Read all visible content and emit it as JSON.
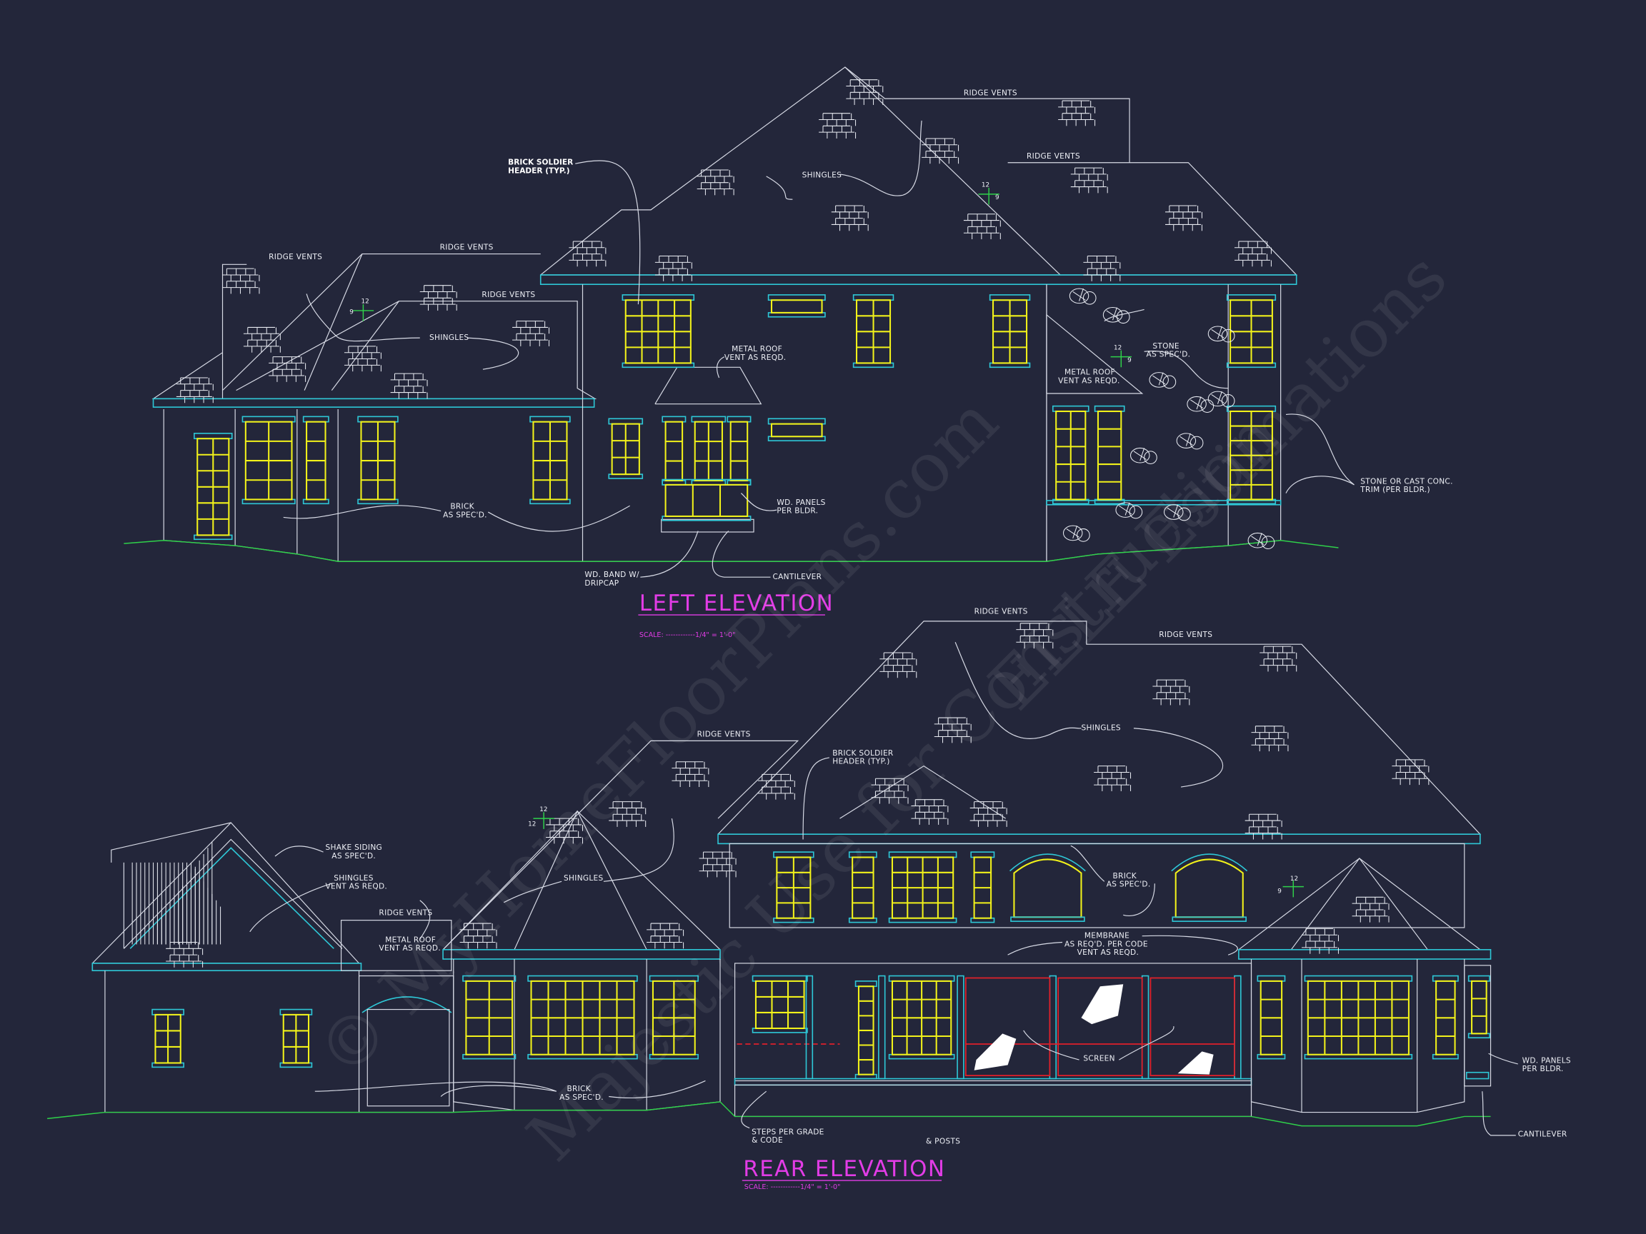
{
  "watermark": [
    "© MyHomeFloorPlans.com",
    "Majestic Use for Construction",
    "ELLE Estimations"
  ],
  "colors": {
    "background": "#23263a",
    "outline": "#d8dbe6",
    "trim": "#2ec7d6",
    "windows": "#f2f21a",
    "grade": "#2fd14a",
    "title": "#e23ce6",
    "screen": "#e0202a"
  },
  "left_elevation": {
    "title": "LEFT ELEVATION",
    "scale": "SCALE: ------------1/4\" = 1'-0\"",
    "labels": {
      "brick_soldier_1": "BRICK SOLDIER",
      "brick_soldier_2": "HEADER (TYP.)",
      "ridge_vents_a": "RIDGE VENTS",
      "ridge_vents_b": "RIDGE VENTS",
      "ridge_vents_c": "RIDGE VENTS",
      "ridge_vents_d": "RIDGE VENTS",
      "ridge_vents_e": "RIDGE VENTS",
      "shingles_a": "SHINGLES",
      "shingles_b": "SHINGLES",
      "metal_roof_1": "METAL ROOF",
      "metal_roof_2": "VENT AS REQD.",
      "metal_roof_b1": "METAL ROOF",
      "metal_roof_b2": "VENT AS REQD.",
      "stone_1": "STONE",
      "stone_2": "AS SPEC'D.",
      "trim_1": "STONE OR CAST CONC.",
      "trim_2": "TRIM (PER BLDR.)",
      "brick_1": "BRICK",
      "brick_2": "AS SPEC'D.",
      "panels_1": "WD. PANELS",
      "panels_2": "PER BLDR.",
      "band_1": "WD. BAND W/",
      "band_2": "DRIPCAP",
      "cantilever": "CANTILEVER"
    },
    "pitch": [
      {
        "rise": "12",
        "run": "9"
      },
      {
        "rise": "12",
        "run": "9"
      },
      {
        "rise": "12",
        "run": "9"
      }
    ]
  },
  "rear_elevation": {
    "title": "REAR ELEVATION",
    "scale": "SCALE: ------------1/4\" = 1'-0\"",
    "labels": {
      "ridge_vents_a": "RIDGE VENTS",
      "ridge_vents_b": "RIDGE VENTS",
      "ridge_vents_c": "RIDGE VENTS",
      "ridge_vents_d": "RIDGE VENTS",
      "brick_soldier_1": "BRICK SOLDIER",
      "brick_soldier_2": "HEADER (TYP.)",
      "shingles_a": "SHINGLES",
      "shingles_b": "SHINGLES",
      "shake_1": "SHAKE SIDING",
      "shake_2": "AS SPEC'D.",
      "shvent_1": "SHINGLES",
      "shvent_2": "VENT AS REQD.",
      "metal_roof_1": "METAL ROOF",
      "metal_roof_2": "VENT AS REQD.",
      "brick_a1": "BRICK",
      "brick_a2": "AS SPEC'D.",
      "brick_b1": "BRICK",
      "brick_b2": "AS SPEC'D.",
      "membrane_1": "MEMBRANE",
      "membrane_2": "AS REQ'D. PER CODE",
      "membrane_3": "VENT AS REQD.",
      "screen": "SCREEN",
      "panels_1": "WD. PANELS",
      "panels_2": "PER BLDR.",
      "cantilever": "CANTILEVER",
      "steps_1": "STEPS PER GRADE",
      "steps_2": "& CODE",
      "posts": "& POSTS"
    },
    "pitch": [
      {
        "rise": "12",
        "run": "12"
      },
      {
        "rise": "12",
        "run": "9"
      }
    ]
  }
}
